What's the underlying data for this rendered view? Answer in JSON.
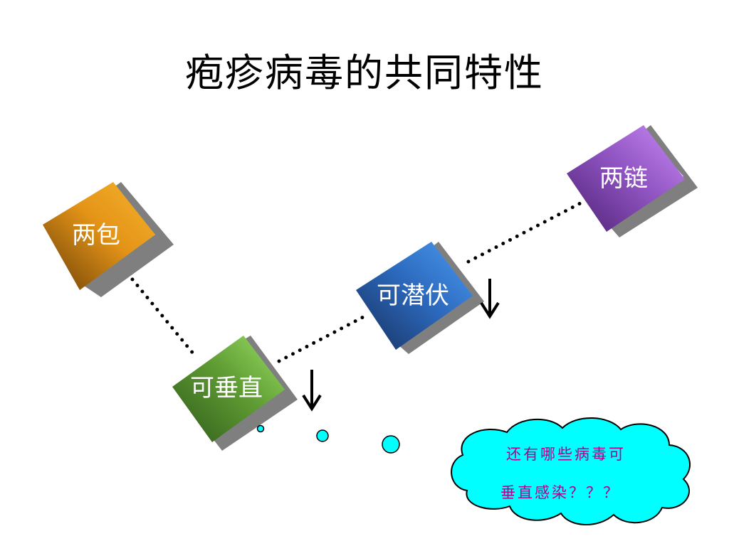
{
  "slide": {
    "title": "疱疹病毒的共同特性"
  },
  "boxes": [
    {
      "id": "two-envelope",
      "label": "两包",
      "color_light": "#f5a623",
      "color_dark": "#6b3e08"
    },
    {
      "id": "vertical",
      "label": "可垂直",
      "color_light": "#8fd45a",
      "color_dark": "#2f5a1a"
    },
    {
      "id": "latent",
      "label": "可潜伏",
      "color_light": "#3f8ee8",
      "color_dark": "#16305e"
    },
    {
      "id": "two-strand",
      "label": "两链",
      "color_light": "#c07bf2",
      "color_dark": "#4c2073"
    }
  ],
  "shadow_color": "#7f7f7f",
  "callout": {
    "line1": "还有哪些病毒可",
    "line2": "垂直感染？？？",
    "fill_color": "#00ffff"
  },
  "arrows": [
    {
      "id": "down-arrow-latent",
      "glyph": "↓"
    },
    {
      "id": "down-arrow-vertical",
      "glyph": "↓"
    }
  ]
}
